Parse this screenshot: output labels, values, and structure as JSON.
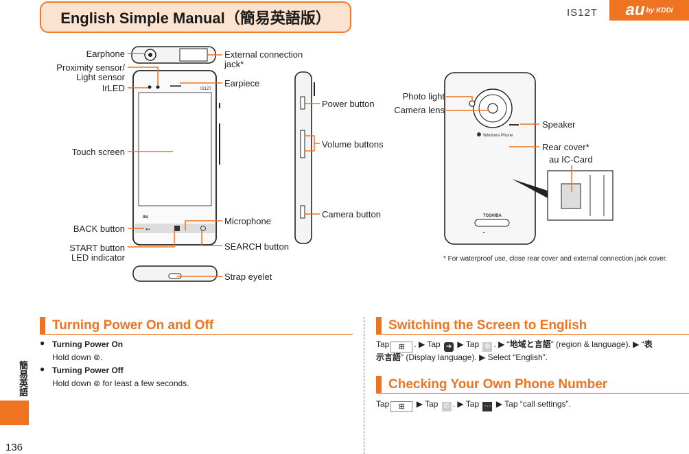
{
  "header": {
    "title": "English Simple Manual（簡易英語版）",
    "model": "IS12T",
    "brand": "au",
    "brand_sub": "by KDDI"
  },
  "diagram_labels": {
    "earphone": "Earphone",
    "proximity": "Proximity sensor/",
    "light": "Light sensor",
    "irled": "IrLED",
    "touch": "Touch screen",
    "back": "BACK button",
    "start": "START button",
    "led": "LED indicator",
    "ext1": "External connection",
    "ext2": "jack*",
    "earpiece": "Earpiece",
    "microphone": "Microphone",
    "search": "SEARCH button",
    "strap": "Strap eyelet",
    "power": "Power button",
    "volume": "Volume buttons",
    "camera_btn": "Camera button",
    "photo_light": "Photo light",
    "camera_lens": "Camera lens",
    "speaker": "Speaker",
    "rear": "Rear cover*",
    "ic": "au IC-Card",
    "footnote": "* For waterproof use, close rear cover and external connection jack cover.",
    "phone_brand": "TOSHIBA",
    "phone_os": "Windows Phone",
    "phone_au": "au",
    "phone_model": "IS12T"
  },
  "side": {
    "tab_text": "簡易英語",
    "page": "136"
  },
  "power": {
    "heading": "Turning Power On and Off",
    "on_title": "Turning Power On",
    "on_text1": "Hold down",
    "on_text2": ".",
    "off_title": "Turning Power Off",
    "off_text1": "Hold down",
    "off_text2": "for least a few seconds."
  },
  "switch": {
    "heading": "Switching the Screen to English",
    "t_tap": "Tap",
    "t1": ". ▶ Tap",
    "t2": "▶ Tap",
    "t3": ". ▶ “",
    "t4": "地域と言語",
    "t5": "” (region & language). ▶ “",
    "t6": "表",
    "l2a": "示言語",
    "l2b": "” (Display language). ▶ Select “English”."
  },
  "number": {
    "heading": "Checking Your Own Phone Number",
    "t_tap": "Tap",
    "t1": "▶ Tap",
    "t2": ". ▶ Tap",
    "t3": "▶ Tap “call settings”."
  }
}
